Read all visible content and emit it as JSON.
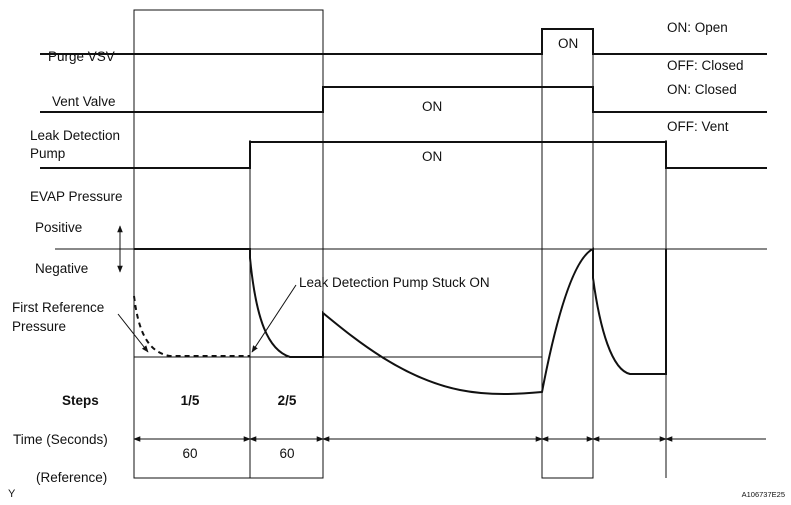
{
  "signals": {
    "purge_vsv": {
      "label": "Purge VSV",
      "on_text": "ON",
      "state_on": "ON: Open",
      "state_off": "OFF: Closed"
    },
    "vent_valve": {
      "label": "Vent Valve",
      "on_text": "ON",
      "state_on": "ON: Closed",
      "state_off": "OFF: Vent"
    },
    "leak_pump": {
      "label_line1": "Leak Detection",
      "label_line2": "Pump",
      "on_text": "ON"
    },
    "evap_pressure": {
      "label": "EVAP Pressure",
      "positive": "Positive",
      "negative": "Negative"
    }
  },
  "reference": {
    "line1": "First Reference",
    "line2": "Pressure"
  },
  "annotation": "Leak Detection Pump Stuck ON",
  "steps": {
    "label": "Steps",
    "values": [
      "1/5",
      "2/5"
    ]
  },
  "time": {
    "label": "Time (Seconds)",
    "values": [
      "60",
      "60"
    ],
    "reference": "(Reference)"
  },
  "corner_mark": "Y",
  "figure_code": "A106737E25"
}
